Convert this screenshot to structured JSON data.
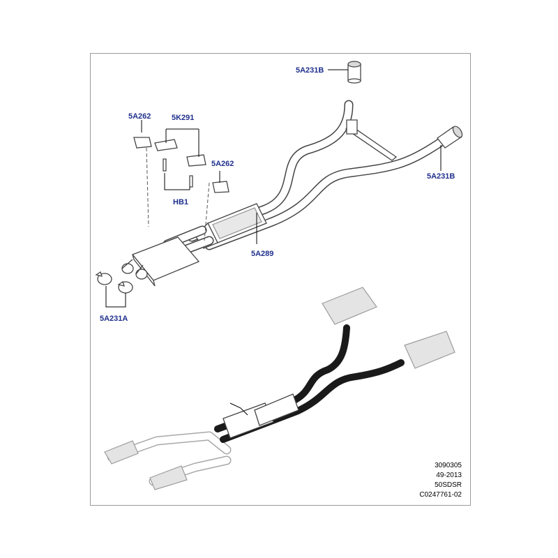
{
  "callouts": {
    "c_5a231b_top": "5A231B",
    "c_5a262_left": "5A262",
    "c_5k291": "5K291",
    "c_5a262_right": "5A262",
    "c_hb1": "HB1",
    "c_5a289": "5A289",
    "c_5a231b_right": "5A231B",
    "c_5a231a": "5A231A"
  },
  "reference": {
    "line1": "3090305",
    "line2": "49-2013",
    "line3": "50SDSR",
    "line4": "C0247761-02"
  }
}
